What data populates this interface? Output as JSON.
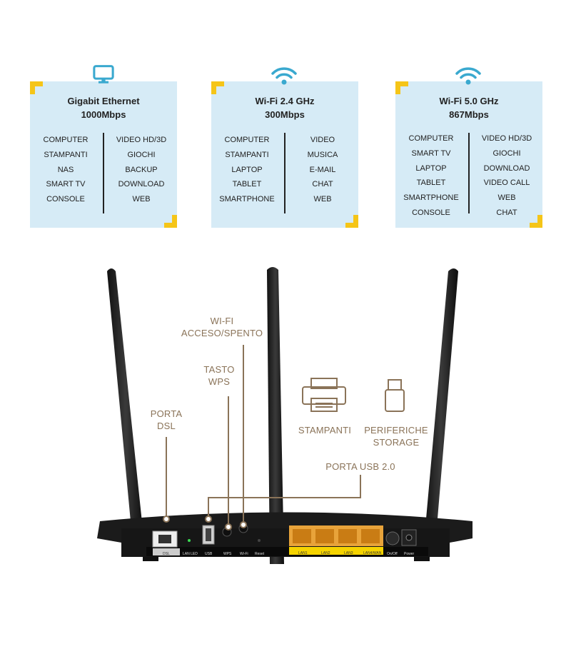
{
  "cards": [
    {
      "title_line1": "Gigabit Ethernet",
      "title_line2": "1000Mbps",
      "icon": "monitor-icon",
      "left_items": [
        "COMPUTER",
        "STAMPANTI",
        "NAS",
        "SMART TV",
        "CONSOLE"
      ],
      "right_items": [
        "VIDEO HD/3D",
        "GIOCHI",
        "BACKUP",
        "DOWNLOAD",
        "WEB"
      ]
    },
    {
      "title_line1": "Wi-Fi 2.4 GHz",
      "title_line2": "300Mbps",
      "icon": "wifi-icon",
      "left_items": [
        "COMPUTER",
        "STAMPANTI",
        "LAPTOP",
        "TABLET",
        "SMARTPHONE"
      ],
      "right_items": [
        "VIDEO",
        "MUSICA",
        "E-MAIL",
        "CHAT",
        "WEB"
      ]
    },
    {
      "title_line1": "Wi-Fi 5.0 GHz",
      "title_line2": "867Mbps",
      "icon": "wifi-icon",
      "left_items": [
        "COMPUTER",
        "SMART TV",
        "LAPTOP",
        "TABLET",
        "SMARTPHONE",
        "CONSOLE"
      ],
      "right_items": [
        "VIDEO HD/3D",
        "GIOCHI",
        "DOWNLOAD",
        "VIDEO CALL",
        "WEB",
        "CHAT"
      ]
    }
  ],
  "callouts": {
    "wifi_line1": "WI-FI",
    "wifi_line2": "ACCESO/SPENTO",
    "wps_line1": "TASTO",
    "wps_line2": "WPS",
    "dsl_line1": "PORTA",
    "dsl_line2": "DSL",
    "printers": "STAMPANTI",
    "storage_line1": "PERIFERICHE",
    "storage_line2": "STORAGE",
    "usb_port": "PORTA USB 2.0"
  },
  "port_labels": {
    "dsl": "DSL",
    "lan_led": "LAN LED",
    "usb": "USB",
    "wps": "WPS",
    "wifi": "Wi-Fi",
    "reset": "Reset",
    "lan1": "LAN1",
    "lan2": "LAN2",
    "lan3": "LAN3",
    "lan4": "LAN4/WAN",
    "onoff": "On/Off",
    "power": "Power"
  },
  "colors": {
    "card_bg": "#d6ebf6",
    "accent_yellow": "#f5c518",
    "wifi_icon": "#3aa9cf",
    "callout_text": "#8a7358",
    "router_body": "#1b1b1b",
    "lan_port": "#e8a33a"
  }
}
